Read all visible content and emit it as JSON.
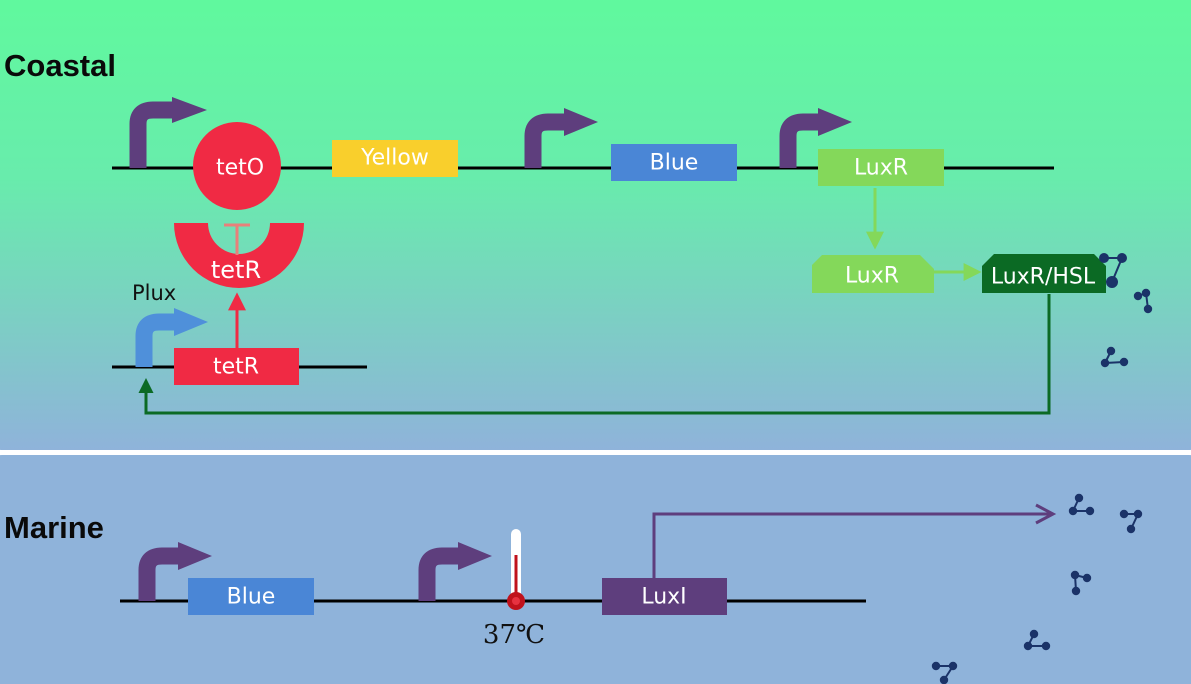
{
  "sections": {
    "coastal": {
      "title": "Coastal"
    },
    "marine": {
      "title": "Marine"
    }
  },
  "labels": {
    "teto": "tetO",
    "yellow": "Yellow",
    "blue_coastal": "Blue",
    "luxr_gene": "LuxR",
    "tetr_protein": "tetR",
    "plux": "Plux",
    "tetr_gene": "tetR",
    "luxr_protein": "LuxR",
    "luxr_hsl": "LuxR/HSL",
    "blue_marine": "Blue",
    "temperature": "37℃",
    "luxi": "LuxI"
  },
  "colors": {
    "coastal_top": "#5ffa9c",
    "coastal_bottom": "#8fb3da",
    "marine_bg": "#8fb3da",
    "promoter_arrow": "#5e3e7d",
    "plux_arrow": "#4f90da",
    "repressor_red": "#f02a44",
    "yellow_gene": "#f9cf2c",
    "blue_gene": "#4a86d6",
    "luxr_green": "#84d85a",
    "complex_dark_green": "#0b6a24",
    "luxi_purple": "#5e3e7d",
    "hsl_molecule": "#1b3368",
    "dna_line": "#000000"
  }
}
